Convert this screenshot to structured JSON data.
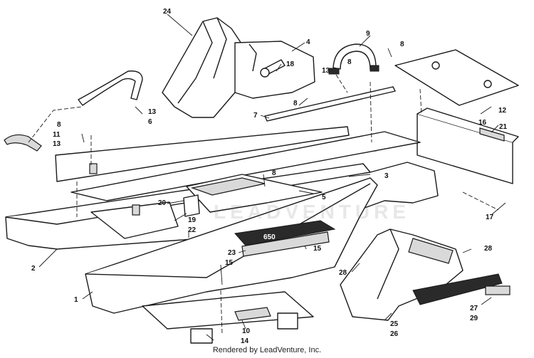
{
  "diagram": {
    "callouts": {
      "c1": "1",
      "c2": "2",
      "c3": "3",
      "c4": "4",
      "c5": "5",
      "c6": "6",
      "c7": "7",
      "c8a": "8",
      "c8b": "8",
      "c8c": "8",
      "c8d": "8",
      "c8e": "8",
      "c9": "9",
      "c10": "10",
      "c11": "11",
      "c12": "12",
      "c13a": "13",
      "c13b": "13",
      "c13c": "13",
      "c14": "14",
      "c15a": "15",
      "c15b": "15",
      "c16": "16",
      "c17": "17",
      "c18": "18",
      "c19": "19",
      "c20": "20",
      "c21": "21",
      "c22": "22",
      "c23": "23",
      "c24": "24",
      "c25": "25",
      "c26": "26",
      "c27": "27",
      "c28a": "28",
      "c28b": "28",
      "c29": "29"
    },
    "decal_650": "650",
    "watermark": "LEADVENTURE"
  },
  "footer": {
    "credit": "Rendered by LeadVenture, Inc."
  }
}
